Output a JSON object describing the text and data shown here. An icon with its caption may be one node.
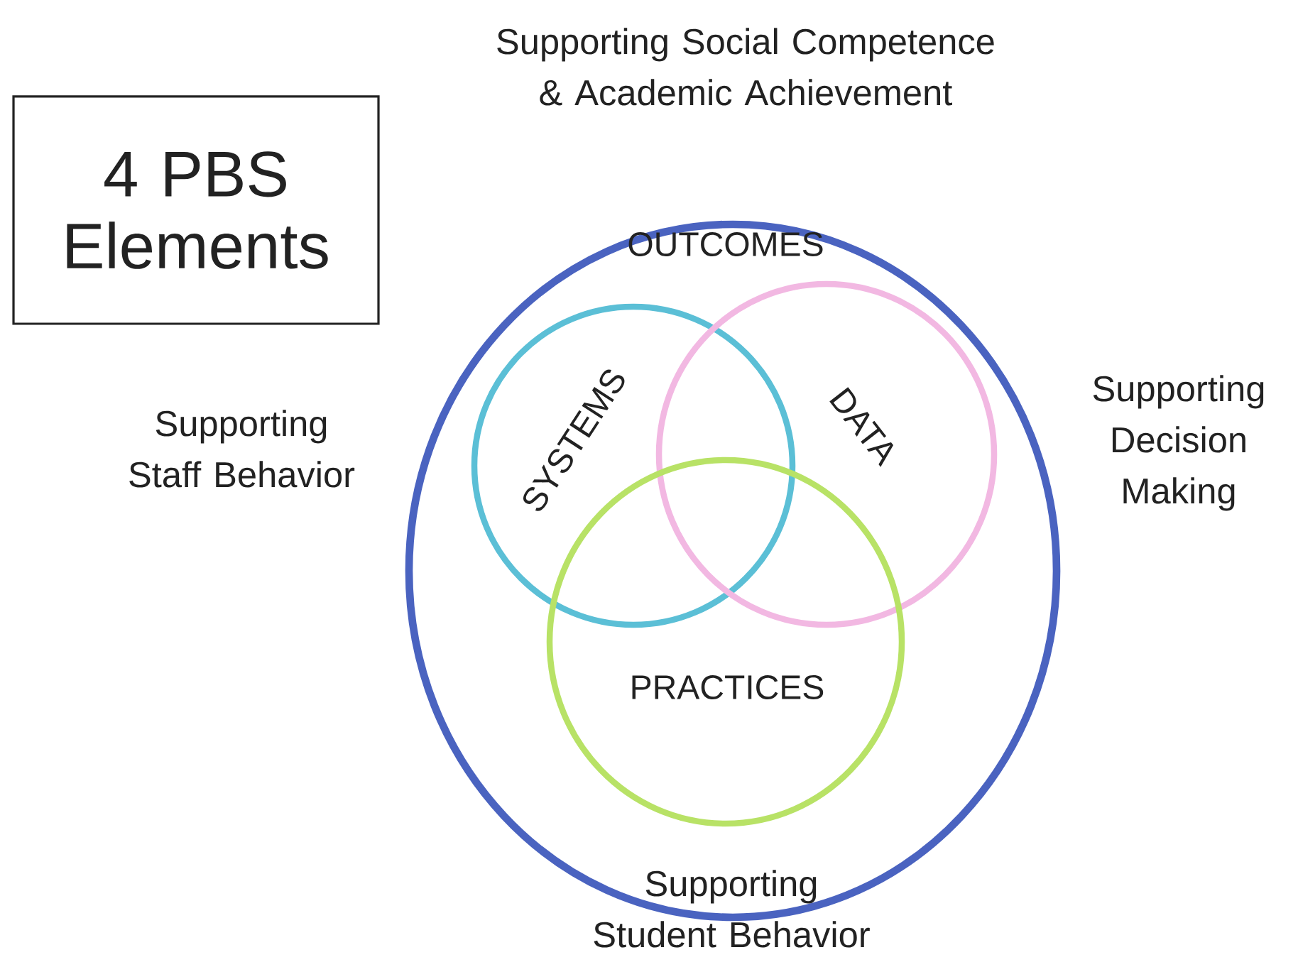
{
  "diagram": {
    "nodes": [
      {
        "text": [
          "4 PBS Elements"
        ]
      },
      {
        "text": [
          "OUTCOMES"
        ]
      },
      {
        "text": [
          "SYSTEMS"
        ],
        "in": 1
      },
      {
        "text": [
          "DATA"
        ],
        "in": 1
      },
      {
        "text": [
          "PRACTICES"
        ],
        "in": 1
      }
    ],
    "labels": [
      "Supporting Social Competence & Academic Achievement",
      "Supporting Staff Behavior",
      "Supporting Decision Making",
      "Supporting Student Behavior"
    ]
  }
}
